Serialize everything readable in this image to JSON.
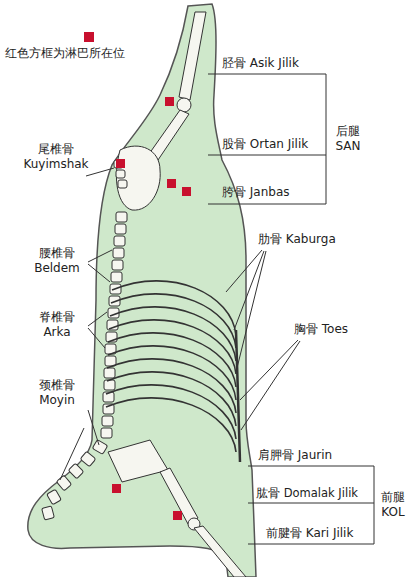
{
  "diagram": {
    "labels": [
      "胫骨 Asik Jilik",
      "股骨 Ortan Jilik",
      "胯骨 Janbas",
      "后腿 SAN",
      "尾椎骨 Kuyimshak",
      "腰椎骨 Beldem",
      "肋骨 Kaburga",
      "脊椎骨 Arka",
      "胸骨 Toes",
      "颈椎骨 Moyin",
      "肩胛骨 Jaurin",
      "肱骨 Domalak Jilik",
      "前腿 KOL",
      "前腱骨 Kari Jilik"
    ],
    "legend": [
      {
        "text": "红色方框为淋巴所在位",
        "color": "#c8102e"
      }
    ]
  }
}
